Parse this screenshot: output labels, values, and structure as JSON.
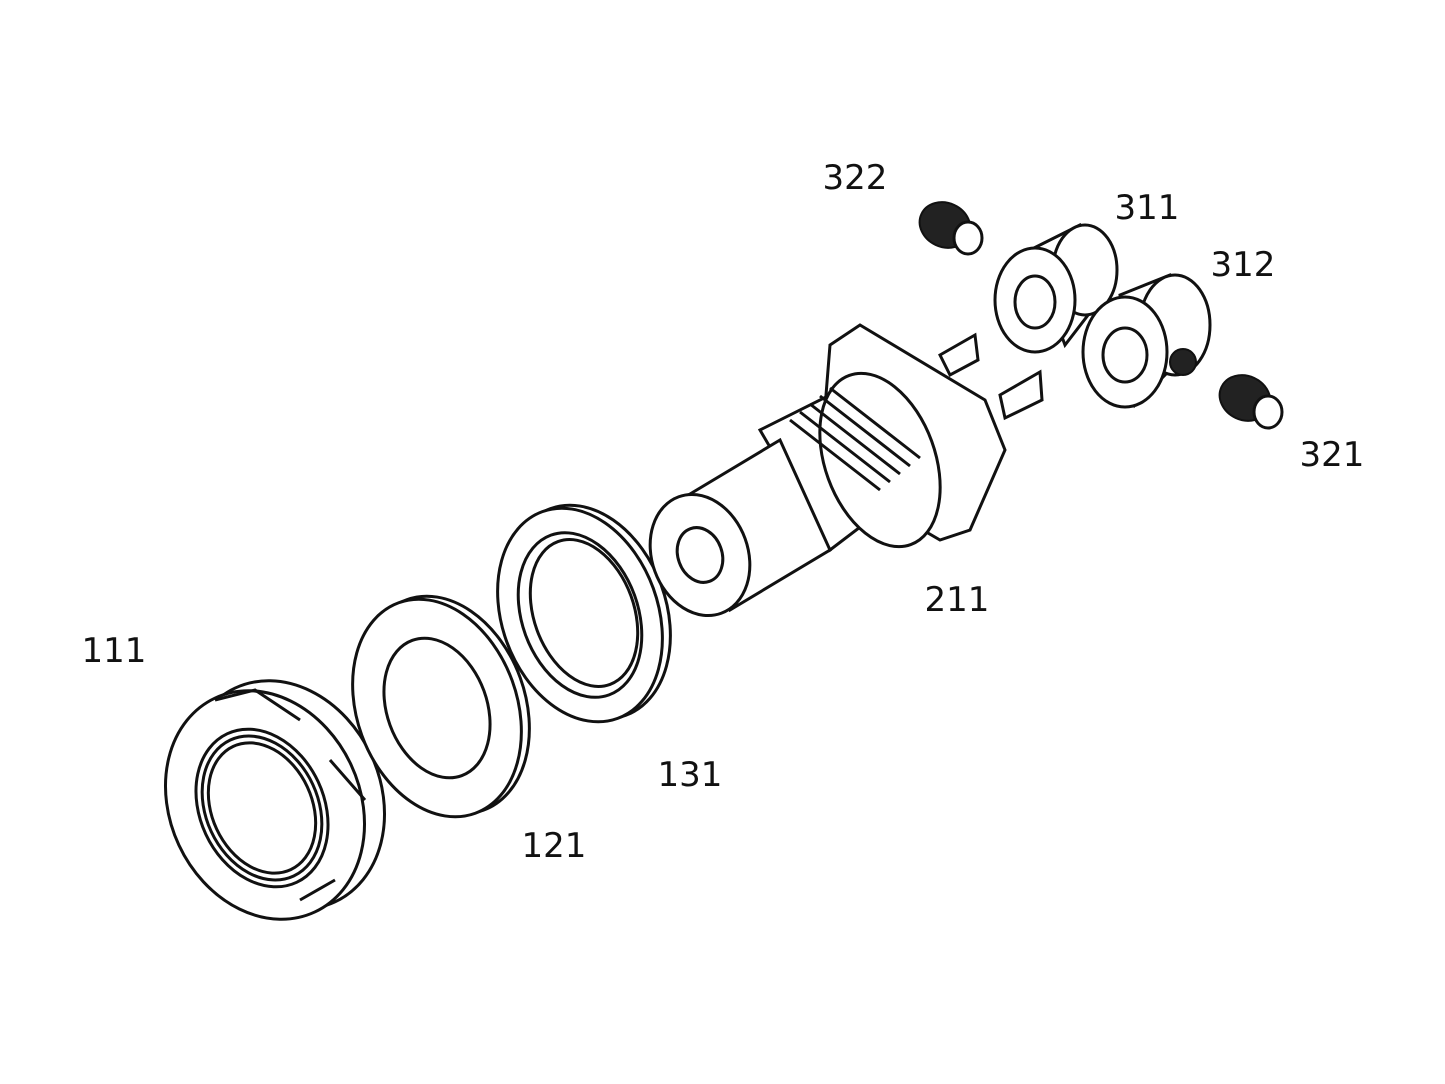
{
  "labels": {
    "nut": "111",
    "washer": "121",
    "seal_ring": "131",
    "connector_body": "211",
    "collar_a": "311",
    "collar_b": "312",
    "set_screw_a": "321",
    "set_screw_b": "322"
  }
}
